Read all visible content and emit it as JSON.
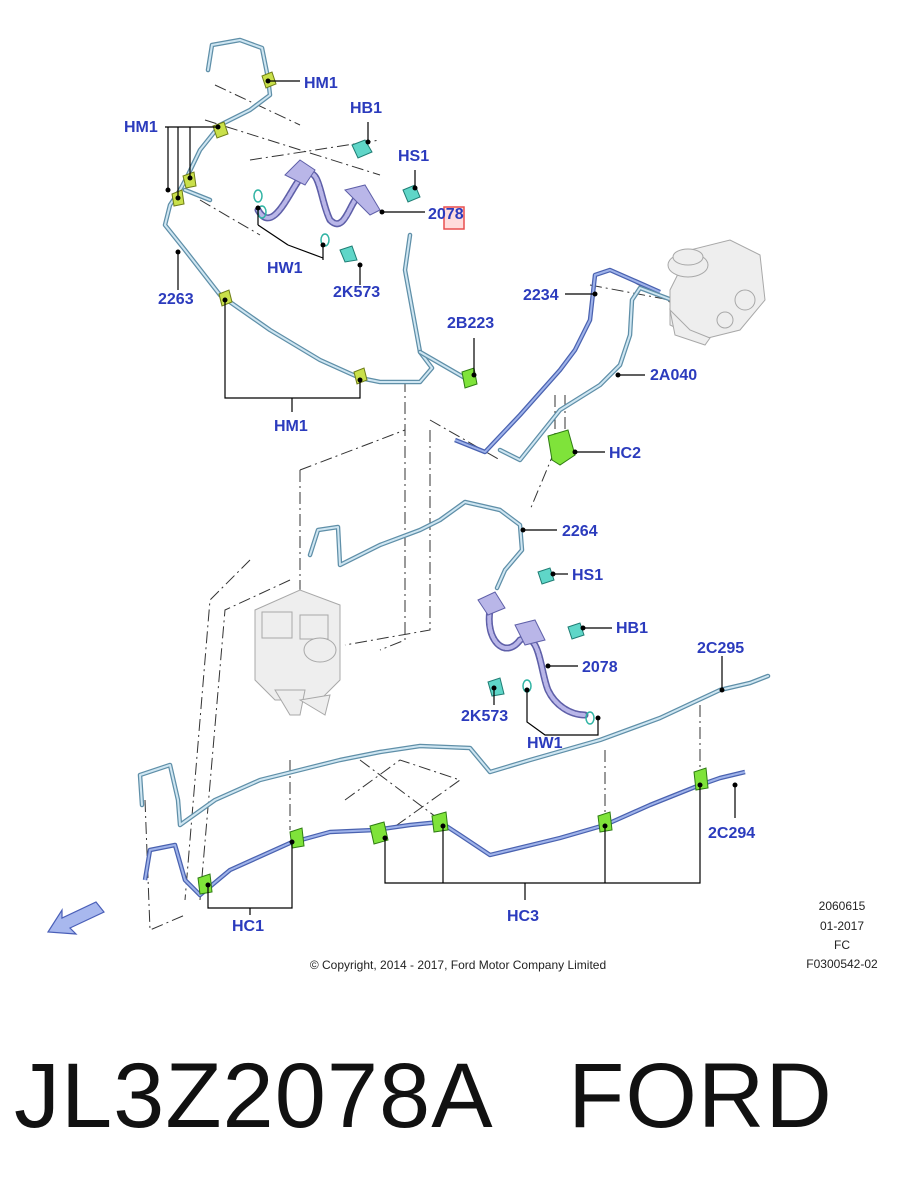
{
  "callouts": {
    "hm1_top": "HM1",
    "hm1_left": "HM1",
    "hm1_bottom": "HM1",
    "hb1_top": "HB1",
    "hs1_top": "HS1",
    "p2078_top": "2078",
    "hw1_top": "HW1",
    "p2k573_top": "2K573",
    "p2263": "2263",
    "p2b223": "2B223",
    "p2234": "2234",
    "p2a040": "2A040",
    "hc2": "HC2",
    "p2264": "2264",
    "hs1_bottom": "HS1",
    "hb1_bottom": "HB1",
    "p2078_bottom": "2078",
    "p2k573_bottom": "2K573",
    "hw1_bottom": "HW1",
    "p2c295": "2C295",
    "p2c294": "2C294",
    "hc1": "HC1",
    "hc3": "HC3"
  },
  "meta": {
    "line1": "2060615",
    "line2": "01-2017",
    "line3": "FC",
    "line4": "F0300542-02"
  },
  "copyright": "© Copyright, 2014 - 2017, Ford Motor Company Limited",
  "highlight_color": "#e53030",
  "footer": {
    "part_number": "JL3Z2078A",
    "brand": "FORD"
  }
}
